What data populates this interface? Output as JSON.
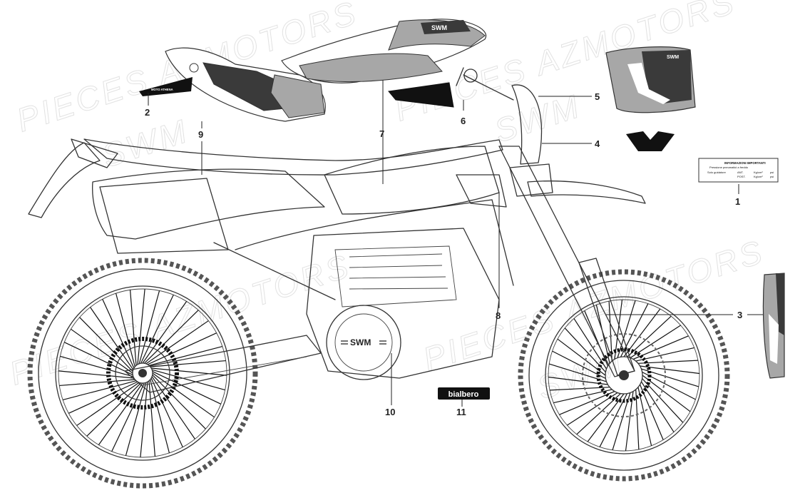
{
  "watermark": {
    "line1": "PIECES AZMOTORS",
    "line2": "SWM"
  },
  "callouts": [
    "1",
    "2",
    "3",
    "4",
    "5",
    "6",
    "7",
    "8",
    "9",
    "10",
    "11"
  ],
  "decals": {
    "brand_logo": "SWM",
    "sticker_11": "bialbero",
    "sticker_2": "MOTO ATHENA",
    "pressure_label": {
      "title": "INFORMAZIONI IMPORTANTI",
      "subtitle": "Pressione pneumatici a freddo",
      "col_label": "Solo guidatore",
      "front": "ANT.",
      "rear": "POST.",
      "unit_kg": "Kg/cm²",
      "unit_psi": "psi"
    }
  },
  "colors": {
    "decal_dark": "#3a3a3a",
    "decal_grey": "#a7a7a7",
    "decal_mid": "#7d7d7d"
  }
}
